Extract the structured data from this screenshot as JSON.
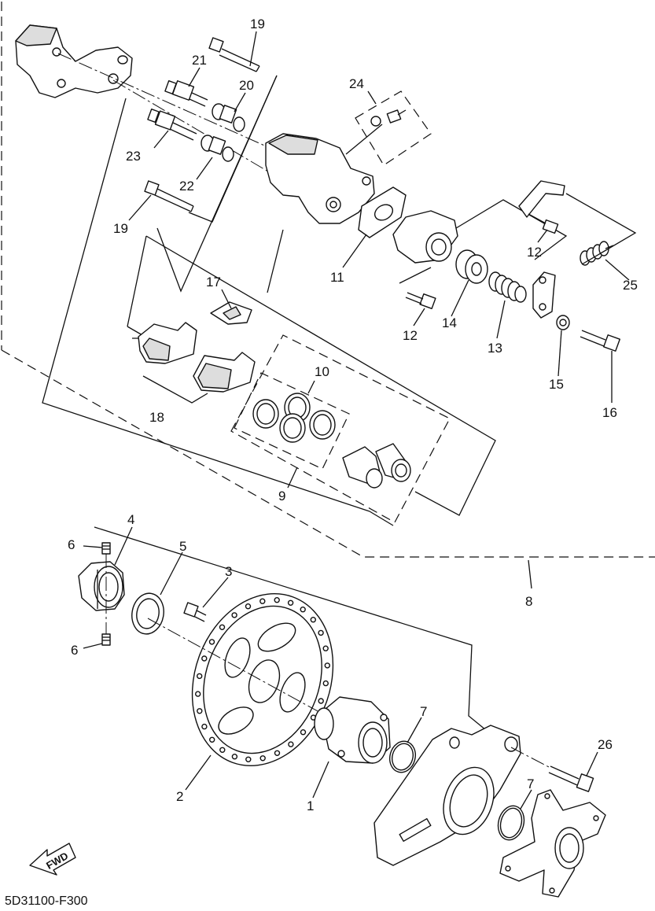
{
  "diagram": {
    "figure_code": "5D31100-F300",
    "direction_label": "FWD",
    "part_numbers": {
      "p1": "1",
      "p2": "2",
      "p3": "3",
      "p4": "4",
      "p5": "5",
      "p6a": "6",
      "p6b": "6",
      "p7a": "7",
      "p7b": "7",
      "p8": "8",
      "p9": "9",
      "p10": "10",
      "p11": "11",
      "p12a": "12",
      "p12b": "12",
      "p13": "13",
      "p14": "14",
      "p15": "15",
      "p16": "16",
      "p17": "17",
      "p18": "18",
      "p19a": "19",
      "p19b": "19",
      "p20": "20",
      "p21": "21",
      "p22": "22",
      "p23": "23",
      "p24": "24",
      "p25": "25",
      "p26": "26"
    }
  }
}
